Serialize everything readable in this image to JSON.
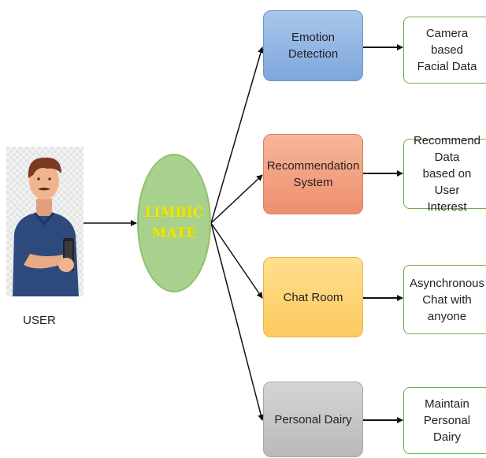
{
  "user": {
    "label": "USER"
  },
  "hub": {
    "line1": "LIMBIC",
    "line2": "MATE"
  },
  "features": [
    {
      "lines": [
        "Emotion Detection"
      ]
    },
    {
      "lines": [
        "Recommendation",
        "System"
      ]
    },
    {
      "lines": [
        "Chat Room"
      ]
    },
    {
      "lines": [
        "Personal Dairy"
      ]
    }
  ],
  "outputs": [
    {
      "lines": [
        "Camera based",
        "Facial Data"
      ]
    },
    {
      "lines": [
        "Recommend Data",
        "based on User",
        "Interest"
      ]
    },
    {
      "lines": [
        "Asynchronous",
        "Chat with anyone"
      ]
    },
    {
      "lines": [
        "Maintain Personal",
        "Dairy"
      ]
    }
  ],
  "colors": {
    "emotion": "#8fb3e3",
    "recommendation": "#f19f80",
    "chat": "#ffd26e",
    "dairy": "#c4c4c4",
    "hub": "#a9d18e",
    "hub_text": "#f2e600",
    "output_border": "#70ad47"
  }
}
